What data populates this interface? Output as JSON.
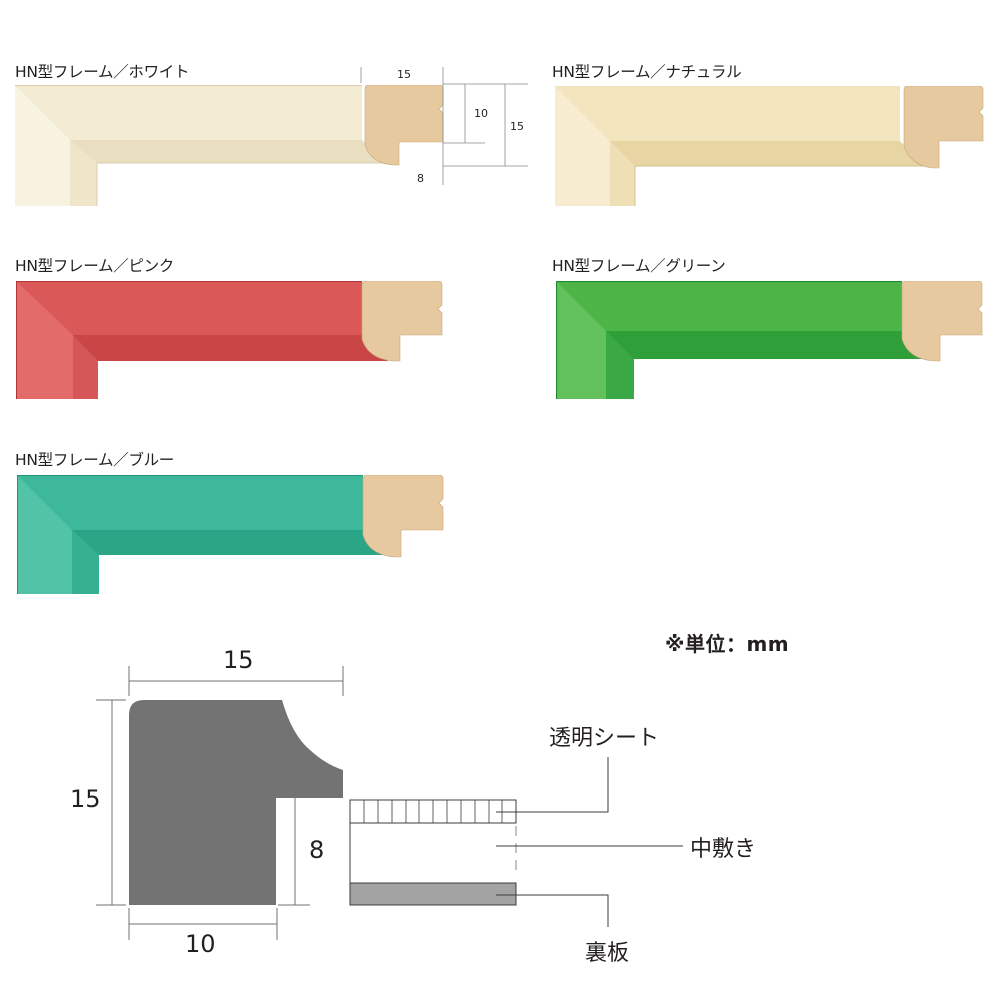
{
  "frames": [
    {
      "title": "HN型フレーム／ホワイト",
      "color_name": "white",
      "face": "#f3ecd2",
      "face_light": "#f8f3e0",
      "bevel": "#e9dfc0",
      "edge": "#d9ceac"
    },
    {
      "title": "HN型フレーム／ナチュラル",
      "color_name": "natural",
      "face": "#f2e4bd",
      "face_light": "#f7ecd0",
      "bevel": "#e8d5a4",
      "edge": "#d6c08c"
    },
    {
      "title": "HN型フレーム／ピンク",
      "color_name": "pink",
      "face": "#db5858",
      "face_light": "#e36b6a",
      "bevel": "#c94546",
      "edge": "#b33436"
    },
    {
      "title": "HN型フレーム／グリーン",
      "color_name": "green",
      "face": "#4db548",
      "face_light": "#62c15a",
      "bevel": "#2f9f3a",
      "edge": "#1f8c30"
    },
    {
      "title": "HN型フレーム／ブルー",
      "color_name": "blue",
      "face": "#3db89a",
      "face_light": "#52c3a6",
      "bevel": "#2aa687",
      "edge": "#1d9378"
    }
  ],
  "wood_color": "#e7c9a0",
  "first_frame_dimensions": {
    "width_top": "15",
    "height_rabbet": "10",
    "height_total": "15",
    "rabbet_width": "8"
  },
  "unit_note": "※単位：mm",
  "cross_section": {
    "profile_color": "#737373",
    "width_label": "15",
    "height_label": "15",
    "rabbet_depth_label": "8",
    "base_width_label": "10",
    "layers": {
      "clear_sheet": "透明シート",
      "mat": "中敷き",
      "back_board": "裏板"
    }
  }
}
